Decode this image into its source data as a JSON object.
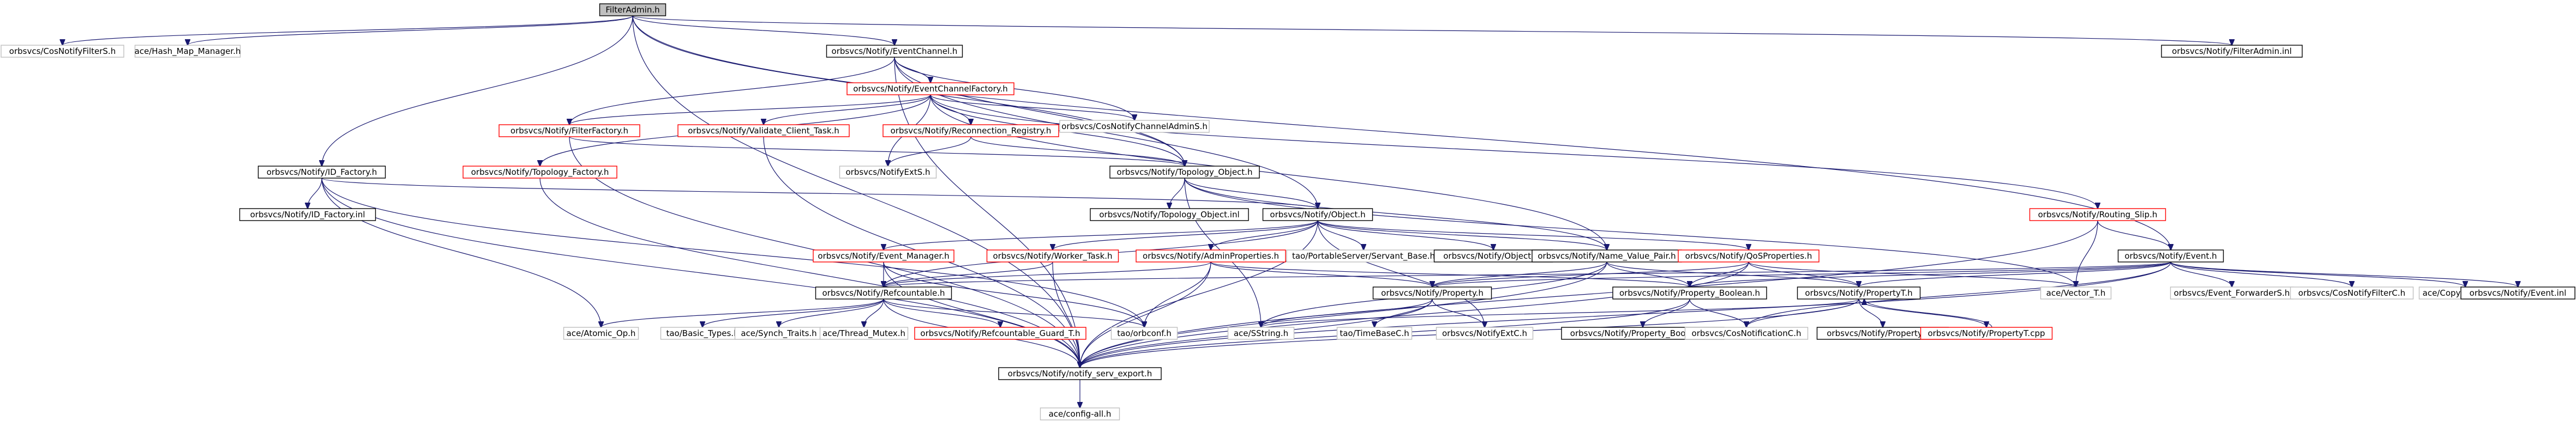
{
  "root": {
    "id": "root",
    "label": "FilterAdmin.h"
  },
  "nodes": [
    {
      "id": "root",
      "label": "FilterAdmin.h",
      "style": "root"
    },
    {
      "id": "cosfilters",
      "label": "orbsvcs/CosNotifyFilterS.h",
      "style": "plain"
    },
    {
      "id": "hashmap",
      "label": "ace/Hash_Map_Manager.h",
      "style": "plain"
    },
    {
      "id": "eventchannel",
      "label": "orbsvcs/Notify/EventChannel.h",
      "style": "link"
    },
    {
      "id": "filteradmininl",
      "label": "orbsvcs/Notify/FilterAdmin.inl",
      "style": "link"
    },
    {
      "id": "ecfactory",
      "label": "orbsvcs/Notify/EventChannelFactory.h",
      "style": "partial"
    },
    {
      "id": "channeladmins",
      "label": "orbsvcs/CosNotifyChannelAdminS.h",
      "style": "plain"
    },
    {
      "id": "filterfactory",
      "label": "orbsvcs/Notify/FilterFactory.h",
      "style": "partial"
    },
    {
      "id": "validate",
      "label": "orbsvcs/Notify/Validate_Client_Task.h",
      "style": "partial"
    },
    {
      "id": "reconnection",
      "label": "orbsvcs/Notify/Reconnection_Registry.h",
      "style": "partial"
    },
    {
      "id": "notifyexts",
      "label": "orbsvcs/NotifyExtS.h",
      "style": "plain"
    },
    {
      "id": "idfactory",
      "label": "orbsvcs/Notify/ID_Factory.h",
      "style": "link"
    },
    {
      "id": "topofactory",
      "label": "orbsvcs/Notify/Topology_Factory.h",
      "style": "partial"
    },
    {
      "id": "topoobject",
      "label": "orbsvcs/Notify/Topology_Object.h",
      "style": "link"
    },
    {
      "id": "routingslip",
      "label": "orbsvcs/Notify/Routing_Slip.h",
      "style": "partial"
    },
    {
      "id": "idfactoryinl",
      "label": "orbsvcs/Notify/ID_Factory.inl",
      "style": "link"
    },
    {
      "id": "topoobjectinl",
      "label": "orbsvcs/Notify/Topology_Object.inl",
      "style": "link"
    },
    {
      "id": "object",
      "label": "orbsvcs/Notify/Object.h",
      "style": "link"
    },
    {
      "id": "event",
      "label": "orbsvcs/Notify/Event.h",
      "style": "link"
    },
    {
      "id": "eventmanager",
      "label": "orbsvcs/Notify/Event_Manager.h",
      "style": "partial"
    },
    {
      "id": "workertask",
      "label": "orbsvcs/Notify/Worker_Task.h",
      "style": "partial"
    },
    {
      "id": "adminprops",
      "label": "orbsvcs/Notify/AdminProperties.h",
      "style": "partial"
    },
    {
      "id": "servantbase",
      "label": "tao/PortableServer/Servant_Base.h",
      "style": "plain"
    },
    {
      "id": "objectinl",
      "label": "orbsvcs/Notify/Object.inl",
      "style": "link"
    },
    {
      "id": "namevalue",
      "label": "orbsvcs/Notify/Name_Value_Pair.h",
      "style": "link"
    },
    {
      "id": "qosprops",
      "label": "orbsvcs/Notify/QoSProperties.h",
      "style": "partial"
    },
    {
      "id": "refcountable",
      "label": "orbsvcs/Notify/Refcountable.h",
      "style": "link"
    },
    {
      "id": "property",
      "label": "orbsvcs/Notify/Property.h",
      "style": "link"
    },
    {
      "id": "propbool",
      "label": "orbsvcs/Notify/Property_Boolean.h",
      "style": "link"
    },
    {
      "id": "propt",
      "label": "orbsvcs/Notify/PropertyT.h",
      "style": "link"
    },
    {
      "id": "vector",
      "label": "ace/Vector_T.h",
      "style": "plain"
    },
    {
      "id": "eventforwarder",
      "label": "orbsvcs/Event_ForwarderS.h",
      "style": "plain"
    },
    {
      "id": "cosfilterc",
      "label": "orbsvcs/CosNotifyFilterC.h",
      "style": "plain"
    },
    {
      "id": "copydisabled",
      "label": "ace/Copy_Disabled.h",
      "style": "plain"
    },
    {
      "id": "eventinl",
      "label": "orbsvcs/Notify/Event.inl",
      "style": "link"
    },
    {
      "id": "atomicop",
      "label": "ace/Atomic_Op.h",
      "style": "plain"
    },
    {
      "id": "basictypes",
      "label": "tao/Basic_Types.h",
      "style": "plain"
    },
    {
      "id": "synchtraits",
      "label": "ace/Synch_Traits.h",
      "style": "plain"
    },
    {
      "id": "threadmutex",
      "label": "ace/Thread_Mutex.h",
      "style": "plain"
    },
    {
      "id": "refguard",
      "label": "orbsvcs/Notify/Refcountable_Guard_T.h",
      "style": "partial"
    },
    {
      "id": "orbconf",
      "label": "tao/orbconf.h",
      "style": "plain"
    },
    {
      "id": "sstring",
      "label": "ace/SString.h",
      "style": "plain"
    },
    {
      "id": "timebase",
      "label": "tao/TimeBaseC.h",
      "style": "plain"
    },
    {
      "id": "notifyextc",
      "label": "orbsvcs/NotifyExtC.h",
      "style": "plain"
    },
    {
      "id": "propboolinl",
      "label": "orbsvcs/Notify/Property_Boolean.inl",
      "style": "link"
    },
    {
      "id": "cosnotifc",
      "label": "orbsvcs/CosNotificationC.h",
      "style": "plain"
    },
    {
      "id": "proptinl",
      "label": "orbsvcs/Notify/PropertyT.inl",
      "style": "link"
    },
    {
      "id": "proptcpp",
      "label": "orbsvcs/Notify/PropertyT.cpp",
      "style": "partial"
    },
    {
      "id": "servexport",
      "label": "orbsvcs/Notify/notify_serv_export.h",
      "style": "link"
    },
    {
      "id": "configall",
      "label": "ace/config-all.h",
      "style": "plain"
    }
  ],
  "edges": [
    [
      "root",
      "cosfilters"
    ],
    [
      "root",
      "hashmap"
    ],
    [
      "root",
      "eventchannel"
    ],
    [
      "root",
      "filteradmininl"
    ],
    [
      "root",
      "idfactory"
    ],
    [
      "root",
      "topoobject"
    ],
    [
      "root",
      "event"
    ],
    [
      "root",
      "servexport"
    ],
    [
      "eventchannel",
      "ecfactory"
    ],
    [
      "eventchannel",
      "channeladmins"
    ],
    [
      "eventchannel",
      "filterfactory"
    ],
    [
      "eventchannel",
      "topoobject"
    ],
    [
      "eventchannel",
      "object"
    ],
    [
      "eventchannel",
      "servexport"
    ],
    [
      "ecfactory",
      "channeladmins"
    ],
    [
      "ecfactory",
      "filterfactory"
    ],
    [
      "ecfactory",
      "validate"
    ],
    [
      "ecfactory",
      "reconnection"
    ],
    [
      "ecfactory",
      "notifyexts"
    ],
    [
      "ecfactory",
      "topoobject"
    ],
    [
      "ecfactory",
      "routingslip"
    ],
    [
      "ecfactory",
      "topofactory"
    ],
    [
      "ecfactory",
      "namevalue"
    ],
    [
      "filterfactory",
      "topoobject"
    ],
    [
      "filterfactory",
      "servexport"
    ],
    [
      "validate",
      "servexport"
    ],
    [
      "reconnection",
      "topoobject"
    ],
    [
      "reconnection",
      "notifyexts"
    ],
    [
      "idfactory",
      "idfactoryinl"
    ],
    [
      "idfactory",
      "object"
    ],
    [
      "idfactory",
      "atomicop"
    ],
    [
      "idfactory",
      "orbconf"
    ],
    [
      "idfactory",
      "servexport"
    ],
    [
      "topofactory",
      "servexport"
    ],
    [
      "topoobject",
      "topoobjectinl"
    ],
    [
      "topoobject",
      "object"
    ],
    [
      "topoobject",
      "namevalue"
    ],
    [
      "topoobject",
      "vector"
    ],
    [
      "topoobject",
      "sstring"
    ],
    [
      "routingslip",
      "event"
    ],
    [
      "routingslip",
      "vector"
    ],
    [
      "routingslip",
      "servexport"
    ],
    [
      "object",
      "eventmanager"
    ],
    [
      "object",
      "workertask"
    ],
    [
      "object",
      "adminprops"
    ],
    [
      "object",
      "servantbase"
    ],
    [
      "object",
      "objectinl"
    ],
    [
      "object",
      "namevalue"
    ],
    [
      "object",
      "qosprops"
    ],
    [
      "object",
      "refcountable"
    ],
    [
      "object",
      "notifyextc"
    ],
    [
      "object",
      "servexport"
    ],
    [
      "event",
      "eventforwarder"
    ],
    [
      "event",
      "cosfilterc"
    ],
    [
      "event",
      "copydisabled"
    ],
    [
      "event",
      "eventinl"
    ],
    [
      "event",
      "refcountable"
    ],
    [
      "event",
      "property"
    ],
    [
      "event",
      "propbool"
    ],
    [
      "event",
      "propt"
    ],
    [
      "event",
      "cosnotifc"
    ],
    [
      "event",
      "servexport"
    ],
    [
      "eventmanager",
      "refcountable"
    ],
    [
      "eventmanager",
      "orbconf"
    ],
    [
      "eventmanager",
      "servexport"
    ],
    [
      "workertask",
      "refcountable"
    ],
    [
      "workertask",
      "servexport"
    ],
    [
      "adminprops",
      "refcountable"
    ],
    [
      "adminprops",
      "property"
    ],
    [
      "adminprops",
      "propbool"
    ],
    [
      "adminprops",
      "orbconf"
    ],
    [
      "adminprops",
      "servexport"
    ],
    [
      "namevalue",
      "property"
    ],
    [
      "namevalue",
      "propbool"
    ],
    [
      "namevalue",
      "propt"
    ],
    [
      "namevalue",
      "sstring"
    ],
    [
      "namevalue",
      "servexport"
    ],
    [
      "qosprops",
      "property"
    ],
    [
      "qosprops",
      "propbool"
    ],
    [
      "qosprops",
      "propt"
    ],
    [
      "qosprops",
      "vector"
    ],
    [
      "qosprops",
      "servexport"
    ],
    [
      "refcountable",
      "atomicop"
    ],
    [
      "refcountable",
      "basictypes"
    ],
    [
      "refcountable",
      "synchtraits"
    ],
    [
      "refcountable",
      "threadmutex"
    ],
    [
      "refcountable",
      "refguard"
    ],
    [
      "refcountable",
      "orbconf"
    ],
    [
      "refcountable",
      "servexport"
    ],
    [
      "property",
      "sstring"
    ],
    [
      "property",
      "timebase"
    ],
    [
      "property",
      "notifyextc"
    ],
    [
      "property",
      "servexport"
    ],
    [
      "propbool",
      "propboolinl"
    ],
    [
      "propbool",
      "cosnotifc"
    ],
    [
      "propbool",
      "servexport"
    ],
    [
      "propt",
      "proptinl"
    ],
    [
      "propt",
      "proptcpp"
    ],
    [
      "propt",
      "cosnotifc"
    ],
    [
      "propt",
      "sstring"
    ],
    [
      "propt",
      "servexport"
    ],
    [
      "proptcpp",
      "propt"
    ],
    [
      "servexport",
      "configall"
    ]
  ]
}
